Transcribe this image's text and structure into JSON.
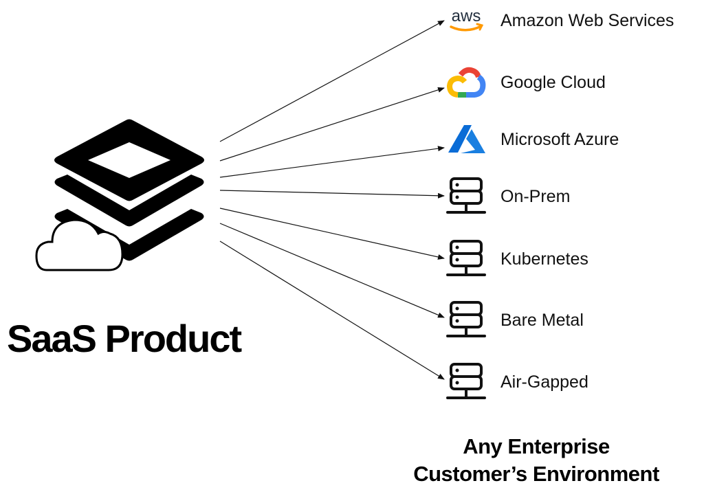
{
  "product": {
    "title": "SaaS Product",
    "icon": "layers-cloud-icon"
  },
  "targets": [
    {
      "label": "Amazon Web Services",
      "icon": "aws-logo-icon"
    },
    {
      "label": "Google Cloud",
      "icon": "google-cloud-logo-icon"
    },
    {
      "label": "Microsoft Azure",
      "icon": "azure-logo-icon"
    },
    {
      "label": "On-Prem",
      "icon": "server-icon"
    },
    {
      "label": "Kubernetes",
      "icon": "server-icon"
    },
    {
      "label": "Bare Metal",
      "icon": "server-icon"
    },
    {
      "label": "Air-Gapped",
      "icon": "server-icon"
    }
  ],
  "footer": {
    "line1": "Any Enterprise",
    "line2": "Customer’s Environment"
  },
  "colors": {
    "aws_text": "#232f3e",
    "aws_smile": "#ff9900",
    "gcp_red": "#ea4335",
    "gcp_yellow": "#fbbc05",
    "gcp_green": "#34a853",
    "gcp_blue": "#4285f4",
    "azure_blue": "#0a6cd6"
  }
}
